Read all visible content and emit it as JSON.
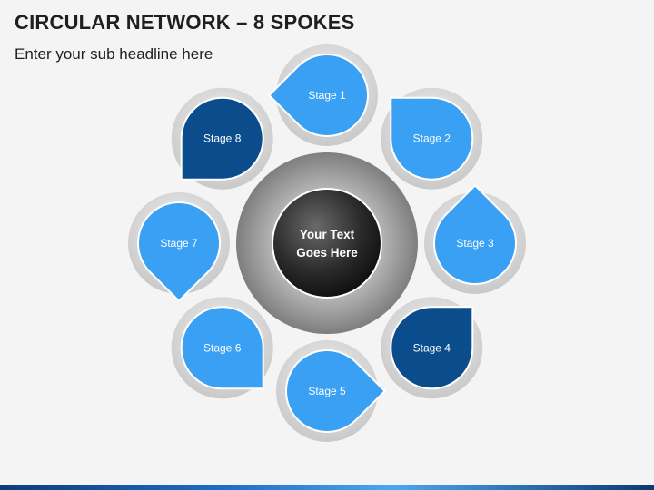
{
  "title": "CIRCULAR NETWORK – 8 SPOKES",
  "subtitle": "Enter your sub headline here",
  "center": {
    "line1": "Your Text",
    "line2": "Goes Here"
  },
  "colors": {
    "light": "#3aa0f4",
    "dark": "#0a4c8c"
  },
  "stages": [
    {
      "label": "Stage 1",
      "tone": "light"
    },
    {
      "label": "Stage 2",
      "tone": "light"
    },
    {
      "label": "Stage 3",
      "tone": "light"
    },
    {
      "label": "Stage 4",
      "tone": "dark"
    },
    {
      "label": "Stage 5",
      "tone": "light"
    },
    {
      "label": "Stage 6",
      "tone": "light"
    },
    {
      "label": "Stage 7",
      "tone": "light"
    },
    {
      "label": "Stage 8",
      "tone": "dark"
    }
  ]
}
